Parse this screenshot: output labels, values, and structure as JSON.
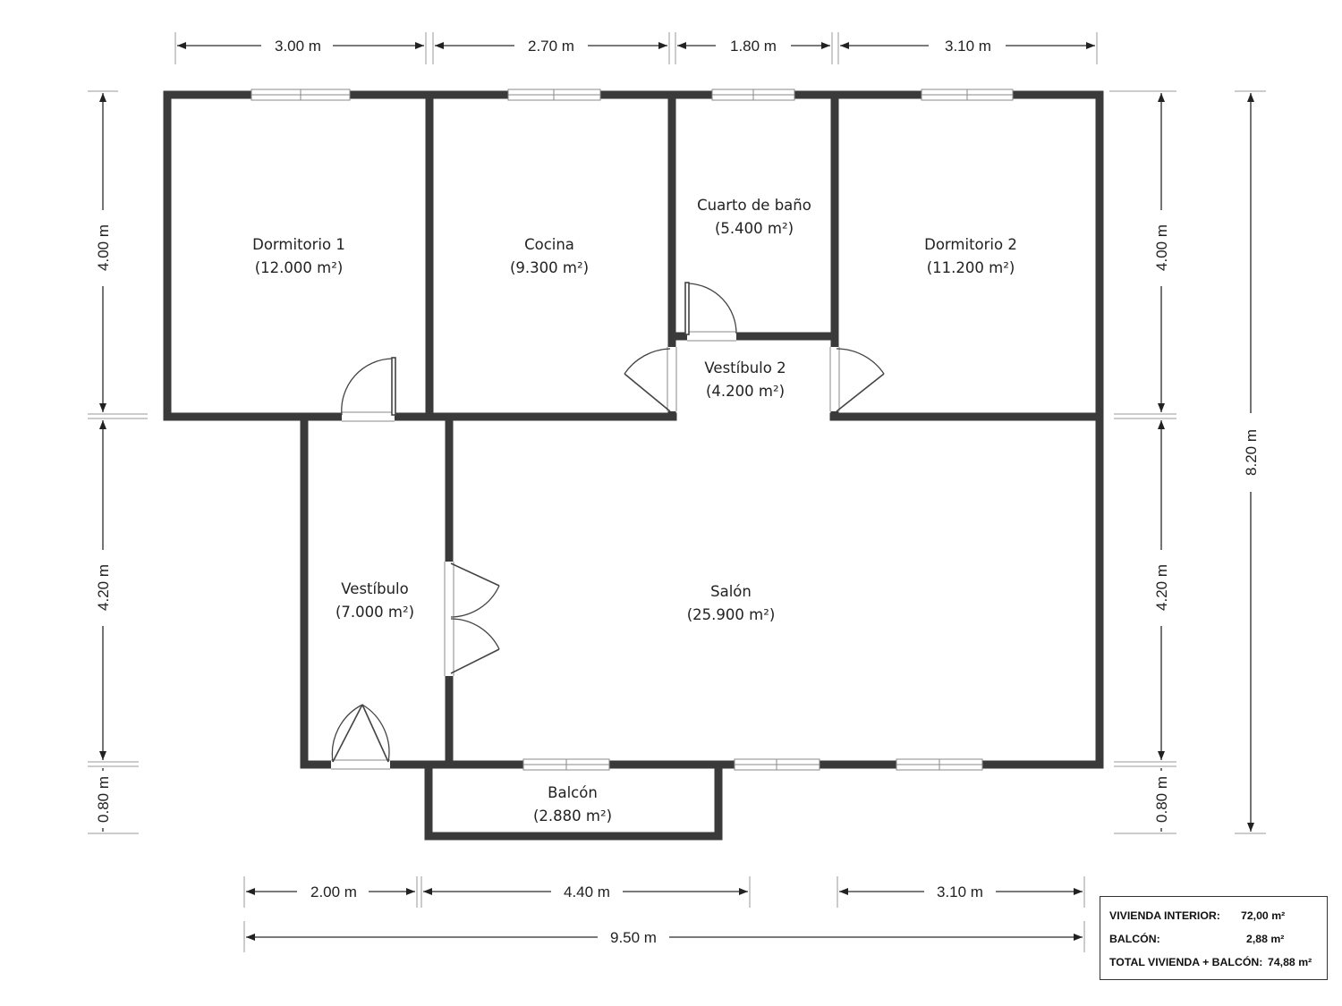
{
  "dimensions": {
    "top": [
      "3.00 m",
      "2.70 m",
      "1.80 m",
      "3.10 m"
    ],
    "bottom_row": [
      "2.00 m",
      "4.40 m",
      "3.10 m"
    ],
    "bottom_total": "9.50 m",
    "left": [
      "4.00 m",
      "4.20 m",
      "0.80 m"
    ],
    "right": [
      "4.00 m",
      "4.20 m",
      "0.80 m"
    ],
    "right_total": "8.20 m"
  },
  "rooms": [
    {
      "name": "Dormitorio 1",
      "area": "(12.000 m²)"
    },
    {
      "name": "Cocina",
      "area": "(9.300 m²)"
    },
    {
      "name": "Cuarto de baño",
      "area": "(5.400 m²)"
    },
    {
      "name": "Dormitorio 2",
      "area": "(11.200 m²)"
    },
    {
      "name": "Vestíbulo 2",
      "area": "(4.200 m²)"
    },
    {
      "name": "Vestíbulo",
      "area": "(7.000 m²)"
    },
    {
      "name": "Salón",
      "area": "(25.900 m²)"
    },
    {
      "name": "Balcón",
      "area": "(2.880 m²)"
    }
  ],
  "summary": {
    "interior_label": "VIVIENDA INTERIOR:",
    "interior_value": "72,00 m²",
    "balcony_label": "BALCÓN:",
    "balcony_value": "2,88 m²",
    "total_label": "TOTAL VIVIENDA + BALCÓN:",
    "total_value": "74,88 m²"
  },
  "colors": {
    "wall": "#3a3a3a",
    "background": "#ffffff"
  }
}
